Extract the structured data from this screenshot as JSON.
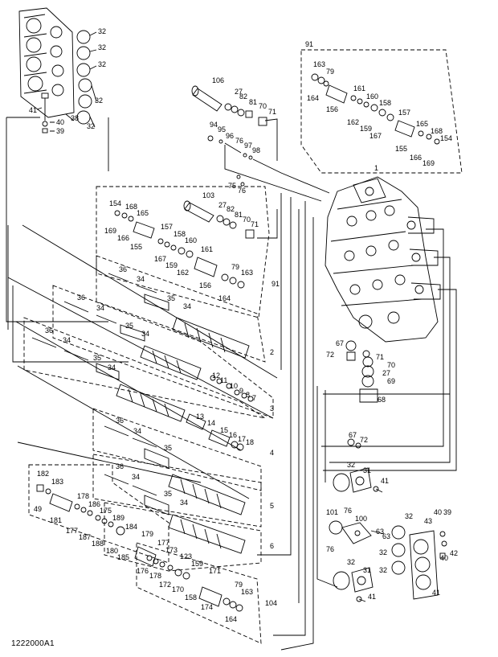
{
  "figure_code": "1222000A1",
  "labels": {
    "l1": "1",
    "l2": "2",
    "l3": "3",
    "l4": "4",
    "l5": "5",
    "l6": "6",
    "l7": "7",
    "l8": "8",
    "l9": "9",
    "l10": "10",
    "l11": "11",
    "l12": "12",
    "l13": "13",
    "l14": "14",
    "l15": "15",
    "l16": "16",
    "l17": "17",
    "l18": "18",
    "l27": "27",
    "l31": "31",
    "l32": "32",
    "l34": "34",
    "l35": "35",
    "l36": "36",
    "l38": "38",
    "l39": "39",
    "l40": "40",
    "l41": "41",
    "l42": "42",
    "l43": "43",
    "l49": "49",
    "l63": "63",
    "l67": "67",
    "l68": "68",
    "l69": "69",
    "l70": "70",
    "l71": "71",
    "l72": "72",
    "l75": "75",
    "l76": "76",
    "l79": "79",
    "l81": "81",
    "l82": "82",
    "l91": "91",
    "l94": "94",
    "l95": "95",
    "l96": "96",
    "l97": "97",
    "l98": "98",
    "l100": "100",
    "l101": "101",
    "l103": "103",
    "l104": "104",
    "l106": "106",
    "l123": "123",
    "l154": "154",
    "l155": "155",
    "l156": "156",
    "l157": "157",
    "l158": "158",
    "l159": "159",
    "l160": "160",
    "l161": "161",
    "l162": "162",
    "l163": "163",
    "l164": "164",
    "l165": "165",
    "l166": "166",
    "l167": "167",
    "l168": "168",
    "l169": "169",
    "l170": "170",
    "l171": "171",
    "l172": "172",
    "l173": "173",
    "l174": "174",
    "l175": "175",
    "l176": "176",
    "l177": "177",
    "l178": "178",
    "l179": "179",
    "l180": "180",
    "l181": "181",
    "l182": "182",
    "l183": "183",
    "l184": "184",
    "l185": "185",
    "l186": "186",
    "l187": "187",
    "l188": "188",
    "l189": "189"
  }
}
